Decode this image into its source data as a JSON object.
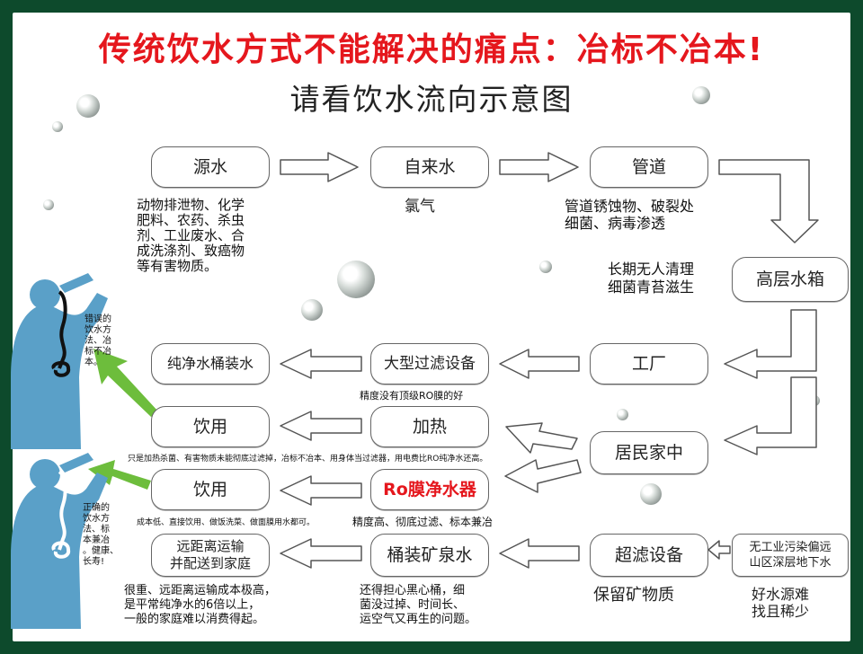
{
  "title": "传统饮水方式不能解决的痛点：冶标不冶本!",
  "subtitle": "请看饮水流向示意图",
  "nodes": {
    "source_water": "源水",
    "tap_water": "自来水",
    "pipeline": "管道",
    "roof_tank": "高层水箱",
    "factory": "工厂",
    "resident_home": "居民家中",
    "ultra_filter": "超滤设备",
    "large_filter": "大型过滤设备",
    "heating": "加热",
    "ro_purifier": "Ro膜净水器",
    "barrel_mineral": "桶装矿泉水",
    "pure_barrel": "纯净水桶装水",
    "drink_1": "饮用",
    "drink_2": "饮用",
    "long_distance": "远距离运输\n并配送到家庭",
    "no_pollution": "无工业污染偏远\n山区深层地下水"
  },
  "notes": {
    "source_pollutants": "动物排泄物、化学\n肥料、农药、杀虫\n剂、工业废水、合\n成洗涤剂、致癌物\n等有害物质。",
    "chlorine": "氯气",
    "pipe_issue": "管道锈蚀物、破裂处\n细菌、病毒渗透",
    "tank_issue": "长期无人清理\n细菌青苔滋生",
    "large_filter_note": "精度没有顶级RO膜的好",
    "heating_note": "只是加热杀菌、有害物质未能彻底过滤掉，冶标不冶本、用身体当过滤器，用电费比RO纯净水还高。",
    "drink2_note": "成本低、直接饮用、做饭洗菜、做面膜用水都可。",
    "ro_note": "精度高、彻底过滤、标本兼冶",
    "mineral_keep": "保留矿物质",
    "good_source": "好水源难\n找且稀少",
    "transport_cost": "很重、远距离运输成本极高，\n是平常纯净水的6倍以上，\n一般的家庭难以消费得起。",
    "barrel_worry": "还得担心黑心桶，细\n菌没过掉、时间长、\n运空气又再生的问题。",
    "wrong_way": "错误的\n饮水方\n法、冶\n标不冶\n本。",
    "right_way": "正确的\n饮水方\n法、标\n本兼冶\n。健康、\n长寿!"
  },
  "colors": {
    "title_red": "#e5171d",
    "ro_red": "#e5171d",
    "green_arrow": "#6dbd3c",
    "figure_blue": "#5aa0c8",
    "background": "#0d4a2c"
  }
}
